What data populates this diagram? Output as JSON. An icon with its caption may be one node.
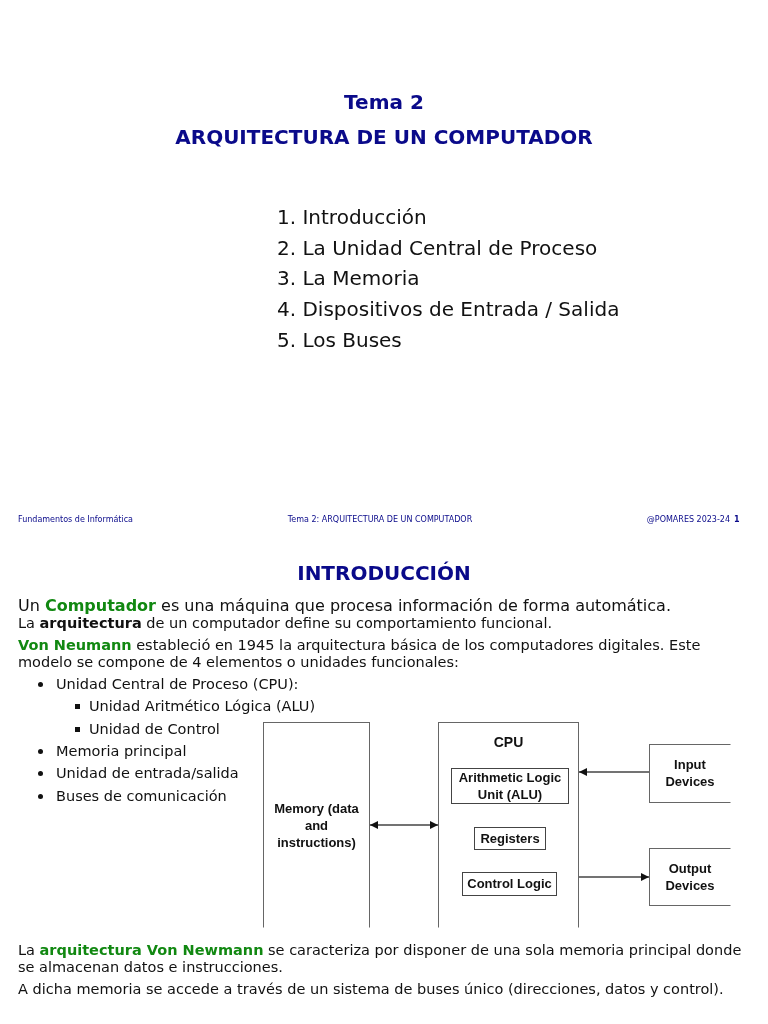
{
  "diagram": {
    "nodes": [
      {
        "text": [
          "Memory (data and instructions)"
        ]
      },
      {
        "text": [
          "CPU"
        ]
      },
      {
        "text": [
          "Arithmetic Logic Unit (ALU)"
        ],
        "in": 1
      },
      {
        "text": [
          "Registers"
        ],
        "in": 1
      },
      {
        "text": [
          "Control Logic"
        ],
        "in": 1
      },
      {
        "text": [
          "Input Devices"
        ]
      },
      {
        "text": [
          "Output Devices"
        ]
      }
    ],
    "edges": [
      {
        "from": 0,
        "to": 1,
        "arrow": "both"
      },
      {
        "from": 5,
        "to": 1,
        "arrow": "to"
      },
      {
        "from": 1,
        "to": 6,
        "arrow": "to"
      }
    ],
    "labels": [
      "Tema 2",
      "ARQUITECTURA DE UN COMPUTADOR",
      "1. Introducción",
      "2. La Unidad Central de Proceso",
      "3. La Memoria",
      "4. Dispositivos de Entrada / Salida",
      "5. Los Buses",
      "Fundamentos de Informática",
      "Tema 2: ARQUITECTURA DE UN COMPUTADOR",
      "@POMARES 2023-24",
      "1",
      "INTRODUCCIÓN",
      "Un **Computador** es una máquina que procesa información de forma automática.",
      "La **arquitectura** de un computador define su comportamiento funcional.",
      "**Von Neumann** estableció en 1945 la arquitectura básica de los computadores digitales. Este modelo se compone de 4 elementos o unidades funcionales:",
      "Unidad Central de Proceso (CPU):",
      "Unidad Aritmético Lógica (ALU)",
      "Unidad de Control",
      "Memoria principal",
      "Unidad de entrada/salida",
      "Buses de comunicación",
      "La **arquitectura Von Newmann** se caracteriza por disponer de una sola memoria principal donde se almacenan datos e instrucciones.",
      "A dicha memoria se accede a través de un sistema de buses único (direcciones, datos y control)."
    ]
  }
}
